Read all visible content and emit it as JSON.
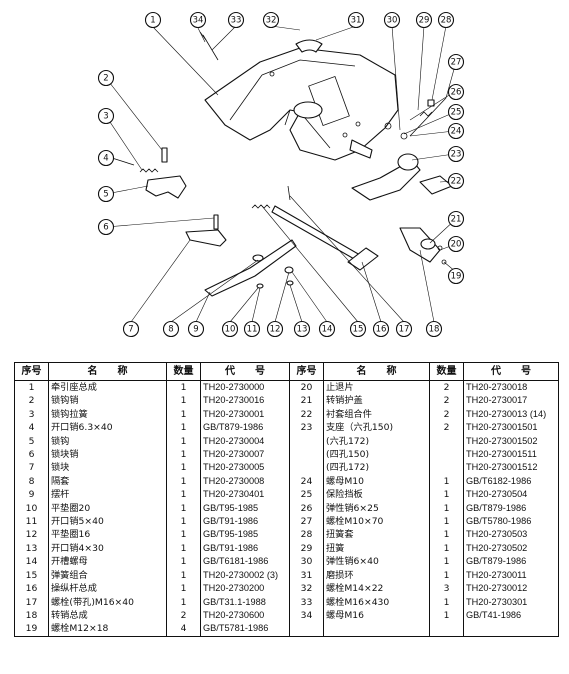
{
  "diagram": {
    "callouts": [
      "1",
      "2",
      "3",
      "4",
      "5",
      "6",
      "7",
      "8",
      "9",
      "10",
      "11",
      "12",
      "13",
      "14",
      "15",
      "16",
      "17",
      "18",
      "19",
      "20",
      "21",
      "22",
      "23",
      "24",
      "25",
      "26",
      "27",
      "28",
      "29",
      "30",
      "31",
      "32",
      "33",
      "34"
    ]
  },
  "table": {
    "headers": [
      "序号",
      "名　　称",
      "数量",
      "代　　号",
      "序号",
      "名　　称",
      "数量",
      "代　　号"
    ],
    "rows": [
      [
        "1",
        "牵引座总成",
        "1",
        "TH20-2730000",
        "20",
        "止退片",
        "2",
        "TH20-2730018"
      ],
      [
        "2",
        "锁钩销",
        "1",
        "TH20-2730016",
        "21",
        "转销护盖",
        "2",
        "TH20-2730017"
      ],
      [
        "3",
        "锁钩拉簧",
        "1",
        "TH20-2730001",
        "22",
        "衬套组合件",
        "2",
        "TH20-2730013 (14)"
      ],
      [
        "4",
        "开口销6.3×40",
        "1",
        "GB/T879-1986",
        "23",
        "支座（六孔150)",
        "2",
        "TH20-273001501"
      ],
      [
        "5",
        "锁钩",
        "1",
        "TH20-2730004",
        "",
        "(六孔172)",
        "",
        "TH20-273001502"
      ],
      [
        "6",
        "锁块销",
        "1",
        "TH20-2730007",
        "",
        "(四孔150)",
        "",
        "TH20-273001511"
      ],
      [
        "7",
        "锁块",
        "1",
        "TH20-2730005",
        "",
        "(四孔172)",
        "",
        "TH20-273001512"
      ],
      [
        "8",
        "隔套",
        "1",
        "TH20-2730008",
        "24",
        "螺母M10",
        "1",
        "GB/T6182-1986"
      ],
      [
        "9",
        "摆杆",
        "1",
        "TH20-2730401",
        "25",
        "保险挡板",
        "1",
        "TH20-2730504"
      ],
      [
        "10",
        "平垫圈20",
        "1",
        "GB/T95-1985",
        "26",
        "弹性销6×25",
        "1",
        "GB/T879-1986"
      ],
      [
        "11",
        "开口销5×40",
        "1",
        "GB/T91-1986",
        "27",
        "螺栓M10×70",
        "1",
        "GB/T5780-1986"
      ],
      [
        "12",
        "平垫圈16",
        "1",
        "GB/T95-1985",
        "28",
        "扭簧套",
        "1",
        "TH20-2730503"
      ],
      [
        "13",
        "开口销4×30",
        "1",
        "GB/T91-1986",
        "29",
        "扭簧",
        "1",
        "TH20-2730502"
      ],
      [
        "14",
        "开槽螺母",
        "1",
        "GB/T6181-1986",
        "30",
        "弹性销6×40",
        "1",
        "GB/T879-1986"
      ],
      [
        "15",
        "弹簧组合",
        "1",
        "TH20-2730002 (3)",
        "31",
        "磨损环",
        "1",
        "TH20-2730011"
      ],
      [
        "16",
        "操纵杆总成",
        "1",
        "TH20-2730200",
        "32",
        "螺栓M14×22",
        "3",
        "TH20-2730012"
      ],
      [
        "17",
        "螺栓(带孔)M16×40",
        "1",
        "GB/T31.1-1988",
        "33",
        "螺栓M16×430",
        "1",
        "TH20-2730301"
      ],
      [
        "18",
        "转销总成",
        "2",
        "TH20-2730600",
        "34",
        "螺母M16",
        "1",
        "GB/T41-1986"
      ],
      [
        "19",
        "螺栓M12×18",
        "4",
        "GB/T5781-1986",
        "",
        "",
        "",
        "",
        ""
      ]
    ]
  }
}
